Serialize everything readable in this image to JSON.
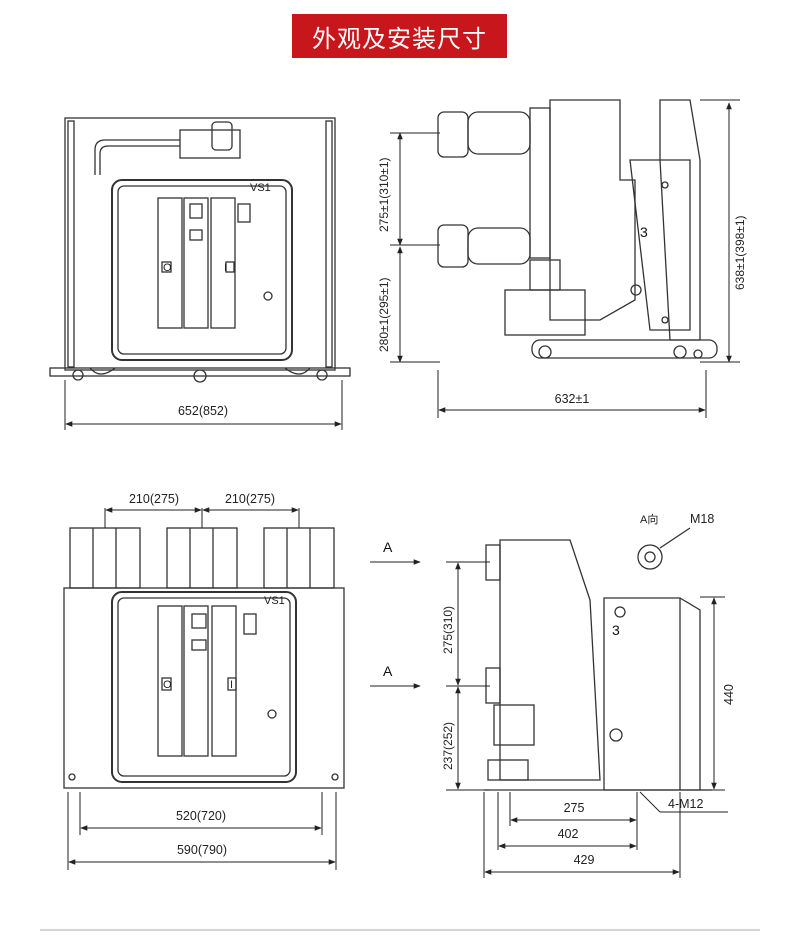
{
  "title": "外观及安装尺寸",
  "top_front": {
    "width_dim": "652(852)",
    "model_label": "VS1",
    "on_symbol": "I",
    "off_symbol": "O"
  },
  "top_side": {
    "phase_spacing_dim": "275±1(310±1)",
    "height_dim": "280±1(295±1)",
    "total_height_dim": "638±1(398±1)",
    "depth_dim": "632±1",
    "label_3": "3"
  },
  "bottom_front": {
    "pitch_left_dim": "210(275)",
    "pitch_right_dim": "210(275)",
    "inner_width_dim": "520(720)",
    "outer_width_dim": "590(790)",
    "model_label": "VS1",
    "on_symbol": "I",
    "off_symbol": "O"
  },
  "bottom_side": {
    "arrow_a_top": "A",
    "arrow_a_bottom": "A",
    "view_label": "A向",
    "thread_label": "M18",
    "upper_dim": "275(310)",
    "lower_dim": "237(252)",
    "height_dim": "440",
    "dim_275": "275",
    "dim_402": "402",
    "dim_429": "429",
    "bolt_label": "4-M12",
    "label_3": "3"
  }
}
